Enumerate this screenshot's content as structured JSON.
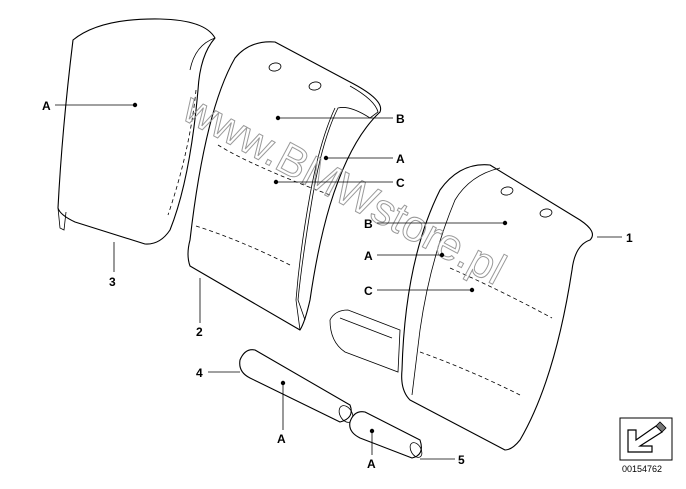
{
  "watermark": "www.BMWstore.pl",
  "reference_number": "00154762",
  "part_numbers": {
    "p1": "1",
    "p2": "2",
    "p3": "3",
    "p4": "4",
    "p5": "5"
  },
  "callouts": {
    "part3_A": "A",
    "part2_B": "B",
    "part2_A": "A",
    "part2_C": "C",
    "part1_B": "B",
    "part1_A": "A",
    "part1_C": "C",
    "part4_A": "A",
    "part5_A": "A"
  },
  "icon": "direction-arrow-icon"
}
